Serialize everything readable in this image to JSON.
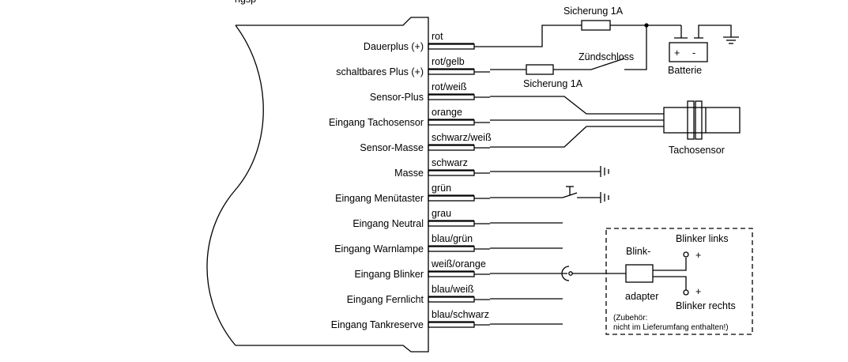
{
  "title_fragment": "ngsp",
  "pins": [
    {
      "label": "Dauerplus (+)",
      "wire": "rot"
    },
    {
      "label": "schaltbares Plus (+)",
      "wire": "rot/gelb"
    },
    {
      "label": "Sensor-Plus",
      "wire": "rot/weiß"
    },
    {
      "label": "Eingang Tachosensor",
      "wire": "orange"
    },
    {
      "label": "Sensor-Masse",
      "wire": "schwarz/weiß"
    },
    {
      "label": "Masse",
      "wire": "schwarz"
    },
    {
      "label": "Eingang Menütaster",
      "wire": "grün"
    },
    {
      "label": "Eingang Neutral",
      "wire": "grau"
    },
    {
      "label": "Eingang Warnlampe",
      "wire": "blau/grün"
    },
    {
      "label": "Eingang Blinker",
      "wire": "weiß/orange"
    },
    {
      "label": "Eingang Fernlicht",
      "wire": "blau/weiß"
    },
    {
      "label": "Eingang Tankreserve",
      "wire": "blau/schwarz"
    }
  ],
  "components": {
    "fuse_1": "Sicherung 1A",
    "fuse_2": "Sicherung 1A",
    "ignition": "Zündschloss",
    "battery": "Batterie",
    "battery_plus": "+",
    "battery_minus": "-",
    "tacho_sensor": "Tachosensor",
    "blink_adapter_top": "Blink-",
    "blink_adapter_bottom": "adapter",
    "blinker_left": "Blinker links",
    "blinker_right": "Blinker rechts",
    "plus_sign": "+",
    "accessory_note_1": "(Zubehör:",
    "accessory_note_2": "nicht im Lieferumfang enthalten!)"
  },
  "colors": {
    "line": "#000000",
    "background": "#ffffff"
  }
}
